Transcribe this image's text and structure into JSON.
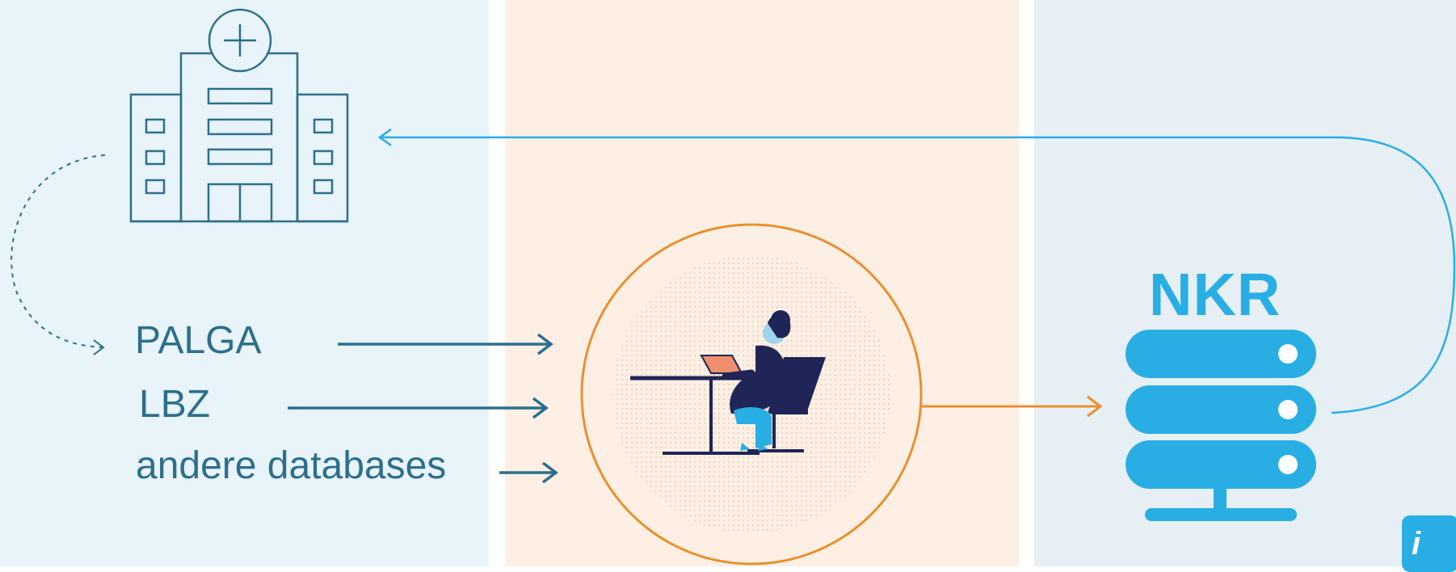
{
  "sources": {
    "palga": "PALGA",
    "lbz": "LBZ",
    "andere": "andere databases"
  },
  "registry": {
    "label": "NKR"
  },
  "icons": {
    "hospital": "hospital-icon",
    "researcher": "person-at-laptop-icon",
    "server": "database-server-icon",
    "logo": "corner-logo-icon"
  },
  "colors": {
    "left_bg": "#e8f4fa",
    "middle_bg": "#fdefe4",
    "right_bg": "#e6eff3",
    "teal": "#2c6f8c",
    "sky": "#29aee4",
    "orange": "#e9902f"
  }
}
